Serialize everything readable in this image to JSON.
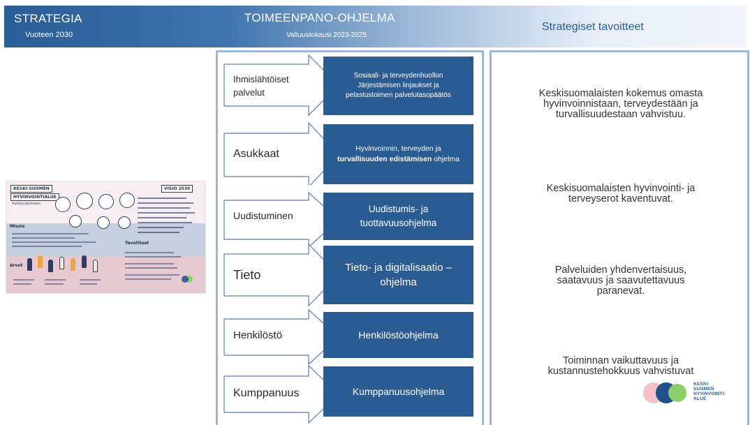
{
  "header": {
    "strategy_title": "STRATEGIA",
    "strategy_subtitle": "Vuoteen 2030",
    "program_title": "TOIMEENPANO-OHJELMA",
    "program_subtitle": "Valtuustokausi 2023-2025",
    "goals_title": "Strategiset tavoitteet"
  },
  "illustration": {
    "tag_left_1": "KESKI-SUOMEN",
    "tag_left_2": "HYVINVOINTIALUE",
    "tag_right": "VISIO 2030",
    "note_1": "#yhdessäteheden",
    "note_2": "Missio",
    "note_3": "Arvot",
    "note_4": "Tavoitteet"
  },
  "programs": [
    {
      "arrow_label": "Ihmislähtöiset palvelut",
      "box_text": "Sosiaali- ja terveydenhuollon Järjestämisen linjaukset ja pelastustoimen palvelutasopäätös"
    },
    {
      "arrow_label": "Asukkaat",
      "box_line1": "Hyvinvoinnin, terveyden ja",
      "box_bold": "turvallisuuden edistämisen",
      "box_rest": " ohjelma"
    },
    {
      "arrow_label": "Uudistuminen",
      "box_text": "Uudistumis- ja tuottavuusohjelma"
    },
    {
      "arrow_label": "Tieto",
      "box_text": "Tieto- ja digitalisaatio – ohjelma"
    },
    {
      "arrow_label": "Henkilöstö",
      "box_text": "Henkilöstöohjelma"
    },
    {
      "arrow_label": "Kumppanuus",
      "box_text": "Kumppanuusohjelma"
    }
  ],
  "goals": [
    "Keskisuomalaisten kokemus omasta hyvinvoinnistaan, terveydestään ja turvallisuudestaan vahvistuu.",
    "Keskisuomalaisten hyvinvointi- ja terveyserot kaventuvat.",
    "Palveluiden yhdenvertaisuus, saatavuus ja saavutettavuus paranevat.",
    "Toiminnan vaikuttavuus ja kustannustehokkuus vahvistuvat"
  ],
  "logo": {
    "line1": "KESKI-",
    "line2": "SUOMEN",
    "line3": "HYVINVOINTI-",
    "line4": "ALUE"
  },
  "colors": {
    "brand_blue": "#2a5b92",
    "panel_border": "#9fb7d6",
    "logo_pink": "#f3c2c9",
    "logo_blue": "#1f4f8f",
    "logo_green": "#8ccf6a"
  }
}
